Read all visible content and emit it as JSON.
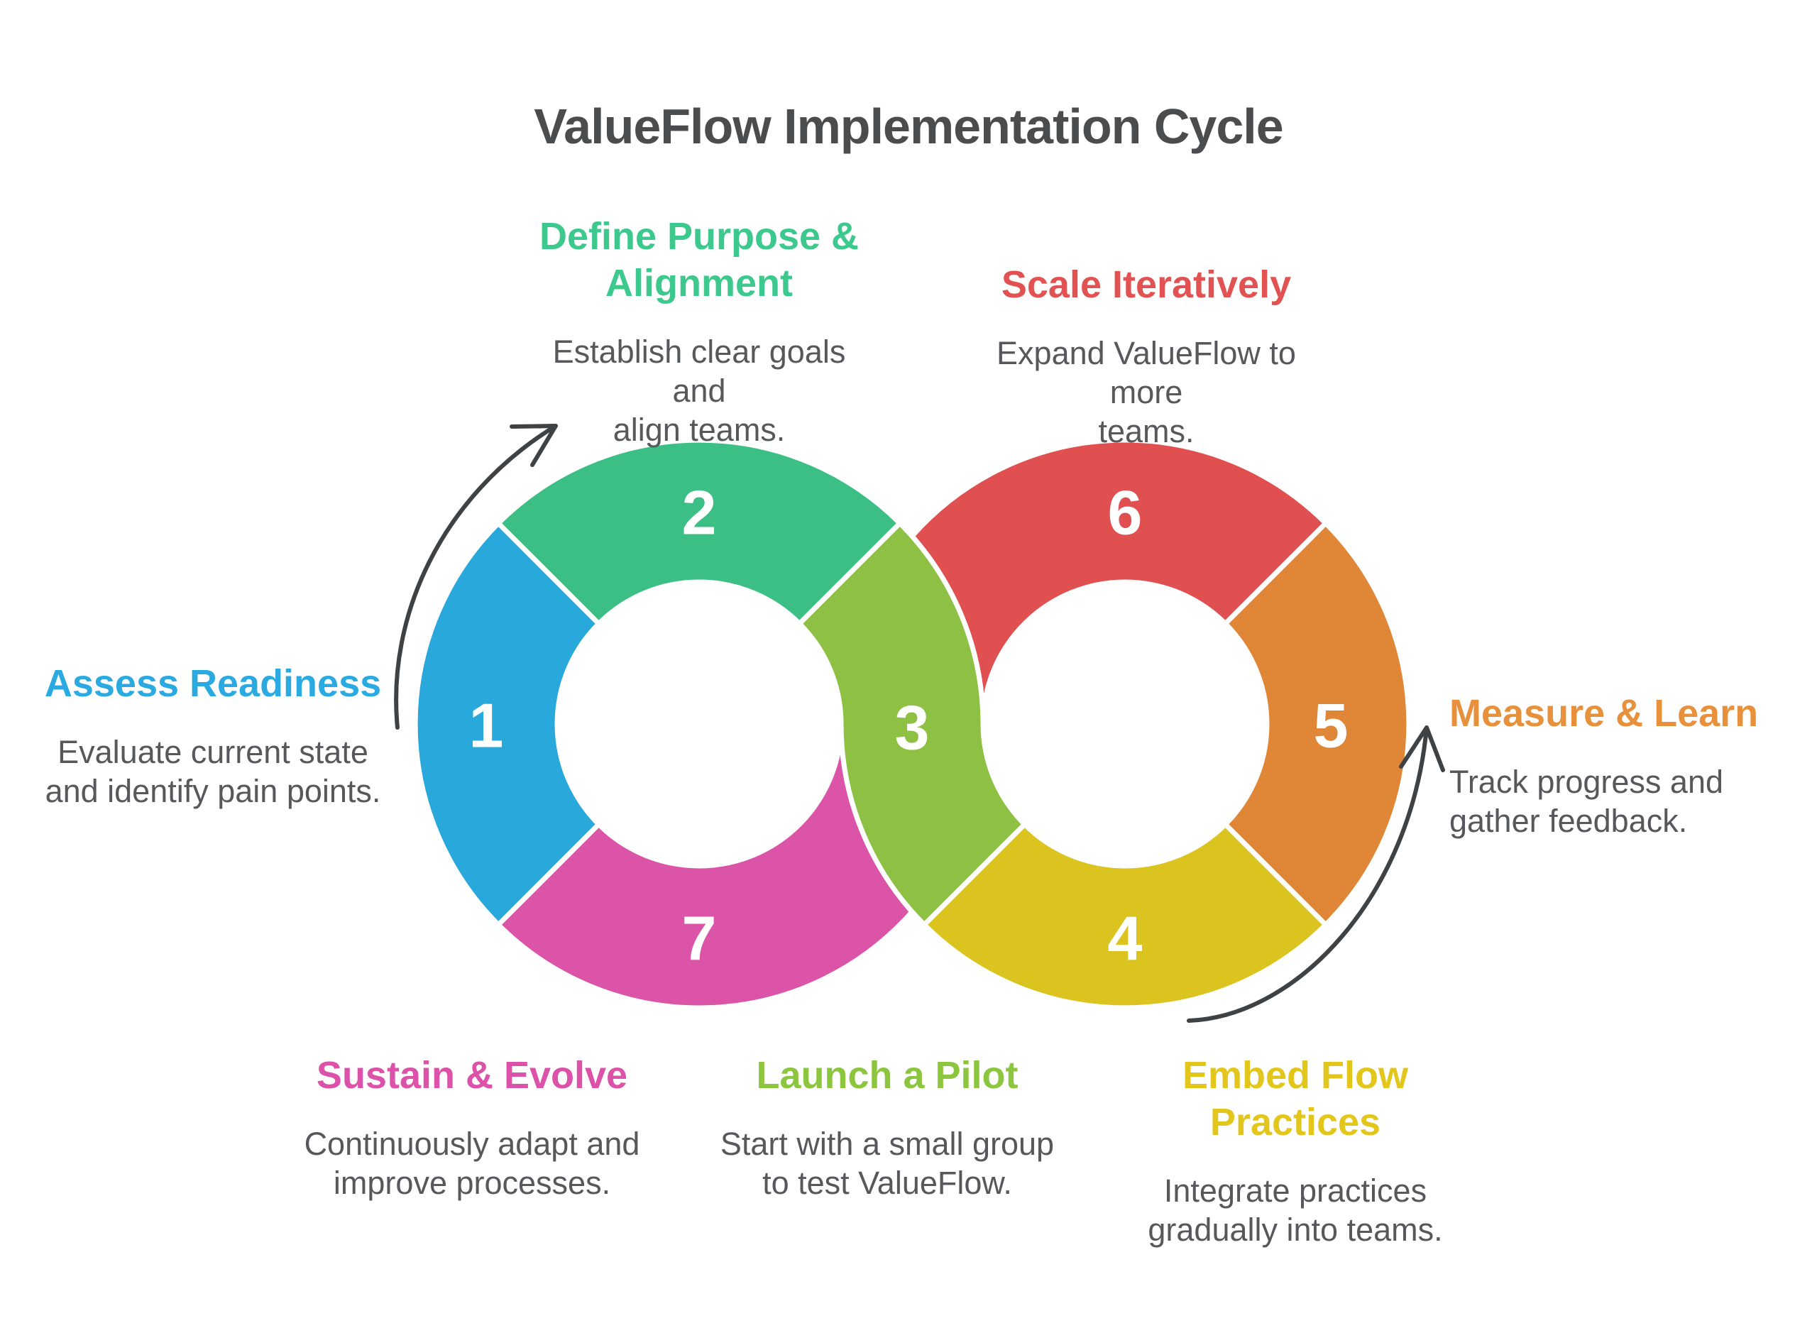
{
  "title": "ValueFlow Implementation Cycle",
  "colors": {
    "title_text": "#4A4C4E",
    "description_text": "#56585B",
    "number_text": "#FFFFFF",
    "segment_divider": "#FFFFFF",
    "arrow": "#3F4245",
    "background": "#FFFFFF"
  },
  "steps": [
    {
      "num": "1",
      "title": "Assess Readiness",
      "title_lines": [
        "Assess Readiness"
      ],
      "description": "Evaluate current state and identify pain points.",
      "description_lines": [
        "Evaluate current state",
        "and identify pain points."
      ],
      "color": "#29A8DC",
      "text_color": "#2BAAE2"
    },
    {
      "num": "2",
      "title": "Define Purpose & Alignment",
      "title_lines": [
        "Define Purpose &",
        "Alignment"
      ],
      "description": "Establish clear goals and align teams.",
      "description_lines": [
        "Establish clear goals and",
        "align teams."
      ],
      "color": "#3CBF85",
      "text_color": "#3DC98D"
    },
    {
      "num": "3",
      "title": "Launch a Pilot",
      "title_lines": [
        "Launch a Pilot"
      ],
      "description": "Start with a small group to test ValueFlow.",
      "description_lines": [
        "Start with a small group",
        "to test ValueFlow."
      ],
      "color": "#8EC044",
      "text_color": "#8CC63F"
    },
    {
      "num": "4",
      "title": "Embed Flow Practices",
      "title_lines": [
        "Embed Flow",
        "Practices"
      ],
      "description": "Integrate practices gradually into teams.",
      "description_lines": [
        "Integrate practices",
        "gradually into teams."
      ],
      "color": "#DCC420",
      "text_color": "#E2C61B"
    },
    {
      "num": "5",
      "title": "Measure & Learn",
      "title_lines": [
        "Measure & Learn"
      ],
      "description": "Track progress and gather feedback.",
      "description_lines": [
        "Track progress and",
        "gather feedback."
      ],
      "color": "#DF8637",
      "text_color": "#E8913C"
    },
    {
      "num": "6",
      "title": "Scale Iteratively",
      "title_lines": [
        "Scale Iteratively"
      ],
      "description": "Expand ValueFlow to more teams.",
      "description_lines": [
        "Expand ValueFlow to more",
        "teams."
      ],
      "color": "#E05050",
      "text_color": "#E35252"
    },
    {
      "num": "7",
      "title": "Sustain & Evolve",
      "title_lines": [
        "Sustain & Evolve"
      ],
      "description": "Continuously adapt and improve processes.",
      "description_lines": [
        "Continuously adapt and",
        "improve processes."
      ],
      "color": "#DB54A8",
      "text_color": "#DB52A8"
    }
  ]
}
